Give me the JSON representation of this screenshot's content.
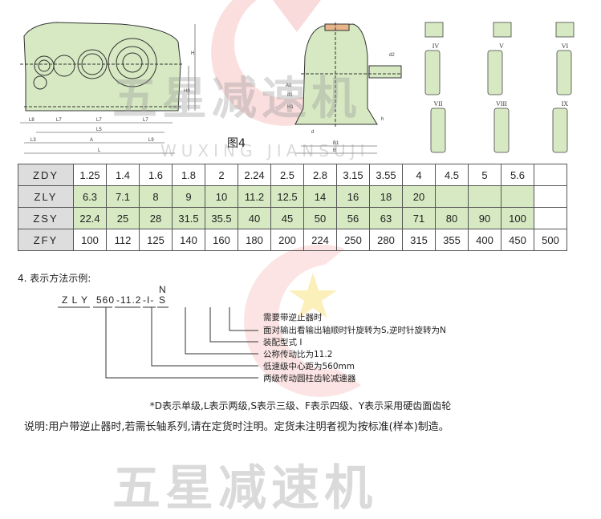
{
  "figure": {
    "label": "图4",
    "dim_labels": [
      "L8",
      "L7",
      "L7",
      "L7",
      "L5",
      "L3",
      "A",
      "L9",
      "L",
      "H",
      "H0",
      "H1",
      "A1",
      "d1",
      "d",
      "d2",
      "h",
      "B1",
      "B"
    ],
    "assembly_types": [
      "IV",
      "V",
      "VI",
      "VII",
      "VIII",
      "IX"
    ]
  },
  "ratio_table": {
    "rows": [
      {
        "model": "ZDY",
        "values": [
          "1.25",
          "1.4",
          "1.6",
          "1.8",
          "2",
          "2.24",
          "2.5",
          "2.8",
          "3.15",
          "3.55",
          "4",
          "4.5",
          "5",
          "5.6",
          ""
        ]
      },
      {
        "model": "ZLY",
        "values": [
          "6.3",
          "7.1",
          "8",
          "9",
          "10",
          "11.2",
          "12.5",
          "14",
          "16",
          "18",
          "20",
          "",
          "",
          "",
          ""
        ]
      },
      {
        "model": "ZSY",
        "values": [
          "22.4",
          "25",
          "28",
          "31.5",
          "35.5",
          "40",
          "45",
          "50",
          "56",
          "63",
          "71",
          "80",
          "90",
          "100",
          ""
        ]
      },
      {
        "model": "ZFY",
        "values": [
          "100",
          "112",
          "125",
          "140",
          "160",
          "180",
          "200",
          "224",
          "250",
          "280",
          "315",
          "355",
          "400",
          "450",
          "500"
        ]
      }
    ]
  },
  "example": {
    "title": "4. 表示方法示例:",
    "code": {
      "type": "Z L Y",
      "distance": "560",
      "ratio": "-11.2",
      "assembly": "-I-",
      "rotation": "S",
      "rotation_alt": "N"
    },
    "explanations": [
      "需要带逆止器时",
      "面对输出看输出轴顺时针旋转为S,逆时针旋转为N",
      "装配型式 I",
      "公称传动比为11.2",
      "低速级中心距为560mm",
      "两级传动圆柱齿轮减速器"
    ],
    "footnote": "*D表示单级,L表示两级,S表示三级、F表示四级、Y表示采用硬齿面齿轮",
    "note": "说明:用户带逆止器时,若需长轴系列,请在定货时注明。定货未注明者视为按标准(样本)制造。"
  },
  "watermark": {
    "cn": "五星减速机",
    "en": "WUXING JIANSUJI"
  },
  "colors": {
    "housing": "#d6e9c2",
    "header_cell": "#dddddd",
    "logo_red": "#e84a4a"
  }
}
